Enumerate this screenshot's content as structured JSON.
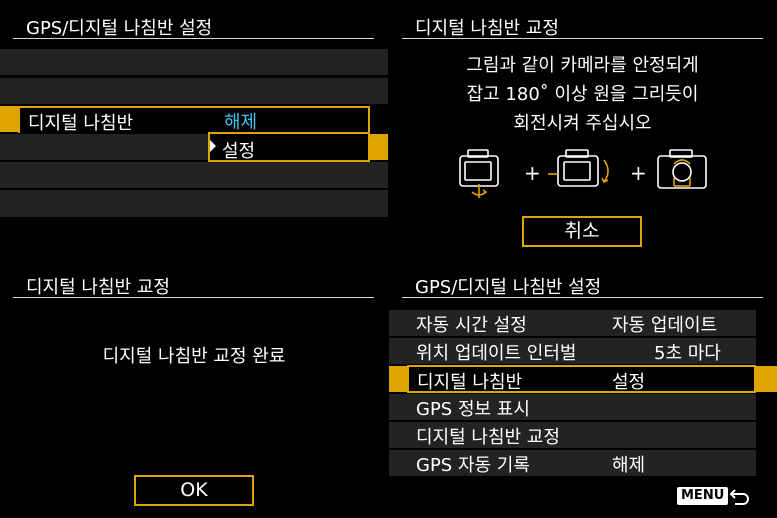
{
  "q1": {
    "title": "GPS/디지털 나침반 설정",
    "selected_label": "디지털 나침반",
    "options": [
      "해제",
      "설정"
    ],
    "highlight_color": "#3ec3f0"
  },
  "q2": {
    "title": "디지털 나침반 교정",
    "instruction": [
      "그림과 같이 카메라를 안정되게",
      "잡고 180˚ 이상 원을 그리듯이",
      "회전시켜 주십시오"
    ],
    "plus": "+",
    "cancel_label": "취소"
  },
  "q3": {
    "title": "디지털 나침반 교정",
    "message": "디지털 나침반 교정 완료",
    "ok_label": "OK"
  },
  "q4": {
    "title": "GPS/디지털 나침반 설정",
    "rows": [
      {
        "label": "자동 시간 설정",
        "value": "자동 업데이트"
      },
      {
        "label": "위치 업데이트 인터벌",
        "value": "5초 마다"
      },
      {
        "label": "디지털 나침반",
        "value": "설정"
      },
      {
        "label": "GPS 정보 표시",
        "value": ""
      },
      {
        "label": "디지털 나침반 교정",
        "value": ""
      },
      {
        "label": "GPS 자동 기록",
        "value": "해제"
      }
    ],
    "menu_label": "MENU",
    "accent": "#e0a400"
  }
}
